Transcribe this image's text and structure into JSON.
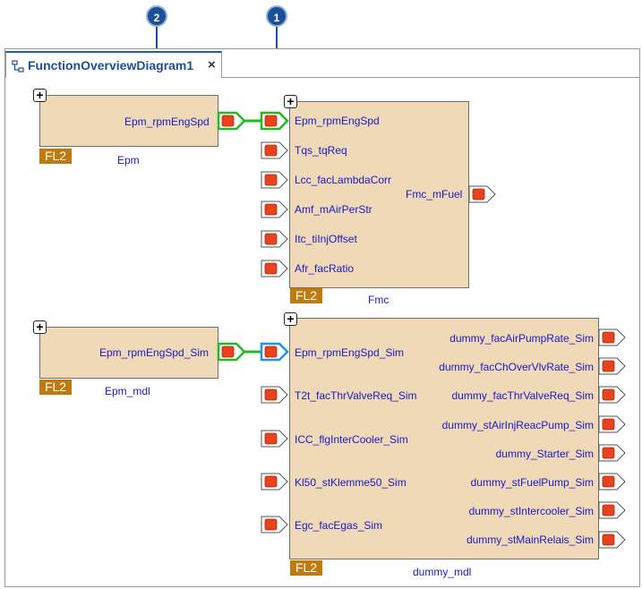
{
  "tab": {
    "title": "FunctionOverviewDiagram1",
    "close": "×"
  },
  "callouts": [
    "2",
    "1"
  ],
  "blocks": {
    "epm": {
      "badge": "FL2",
      "name": "Epm",
      "outputs": [
        "Epm_rpmEngSpd"
      ]
    },
    "fmc": {
      "badge": "FL2",
      "name": "Fmc",
      "inputs": [
        "Epm_rpmEngSpd",
        "Tqs_tqReq",
        "Lcc_facLambdaCorr",
        "Amf_mAirPerStr",
        "Itc_tiInjOffset",
        "Afr_facRatio"
      ],
      "outputs": [
        "Fmc_mFuel"
      ]
    },
    "epm_mdl": {
      "badge": "FL2",
      "name": "Epm_mdl",
      "outputs": [
        "Epm_rpmEngSpd_Sim"
      ]
    },
    "dummy_mdl": {
      "badge": "FL2",
      "name": "dummy_mdl",
      "inputs": [
        "Epm_rpmEngSpd_Sim",
        "T2t_facThrValveReq_Sim",
        "ICC_flgInterCooler_Sim",
        "Kl50_stKlemme50_Sim",
        "Egc_facEgas_Sim"
      ],
      "outputs": [
        "dummy_facAirPumpRate_Sim",
        "dummy_facChOverVlvRate_Sim",
        "dummy_facThrValveReq_Sim",
        "dummy_stAirInjReacPump_Sim",
        "dummy_Starter_Sim",
        "dummy_stFuelPump_Sim",
        "dummy_stIntercooler_Sim",
        "dummy_stMainRelais_Sim"
      ]
    }
  },
  "colors": {
    "block_fill": "#efd9b7",
    "badge": "#c07a10",
    "label": "#1a1ac8",
    "port": "#e8431e",
    "connected": "#22bb22",
    "selected": "#1e90ff",
    "accent": "#1d4f96"
  }
}
